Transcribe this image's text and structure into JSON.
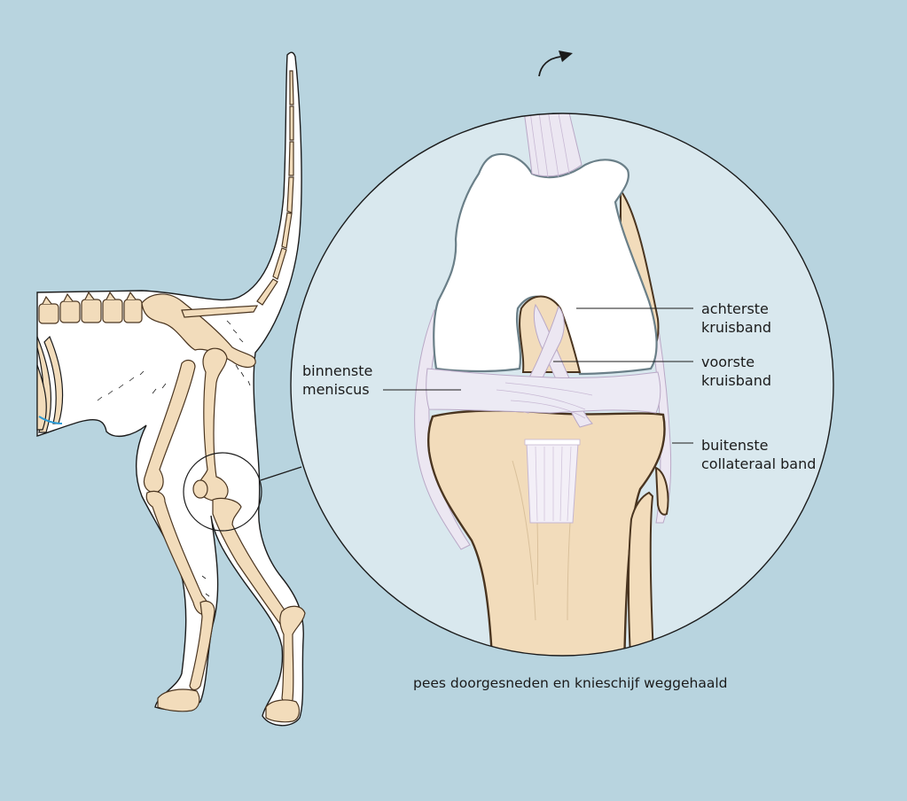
{
  "labels": {
    "binnenste_meniscus": [
      "binnenste",
      "meniscus"
    ],
    "achterste_kruisband": [
      "achterste",
      "kruisband"
    ],
    "voorste_kruisband": [
      "voorste",
      "kruisband"
    ],
    "buitenste_collateraal_band": [
      "buitenste",
      "collateraal band"
    ]
  },
  "caption": "pees doorgesneden en knieschijf weggehaald",
  "colors": {
    "background": "#b8d4df",
    "zoom_circle_fill": "#d9e8ee",
    "bone": "#f2dcbb",
    "bone_outline": "#4a3520",
    "femur_fill": "#ffffff",
    "femur_outline": "#6a7f88",
    "ligament": "#ece7f2",
    "ligament_outline": "#b9a8c6",
    "body_fill": "#ffffff",
    "line": "#1b1b1b"
  }
}
